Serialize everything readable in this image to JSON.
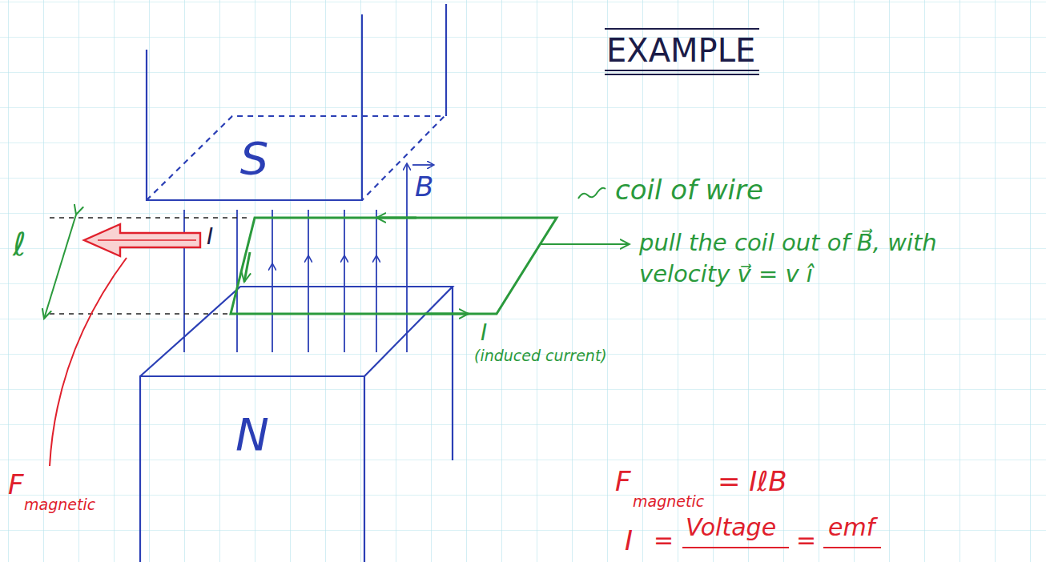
{
  "diagram": {
    "title": "EXAMPLE",
    "nodes": [
      {
        "text": [
          "S"
        ]
      },
      {
        "text": [
          "N"
        ]
      }
    ],
    "labels": [
      "ℓ",
      "I",
      "B",
      "coil of wire",
      "pull the coil out of B⃗, with velocity v⃗ = v î",
      "I",
      "(induced current)",
      "F",
      "magnetic",
      "F",
      "magnetic",
      "= IℓB",
      "I",
      "=",
      "Voltage",
      "=",
      "emf"
    ]
  }
}
